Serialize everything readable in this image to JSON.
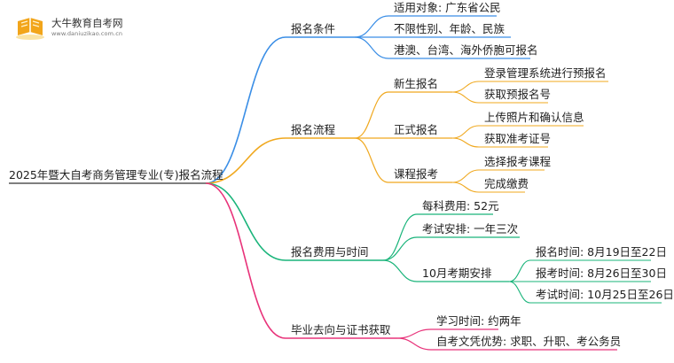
{
  "watermark": {
    "title": "大牛教育自考网",
    "url": "www.daniuzikao.com.cn",
    "icon": "book-icon"
  },
  "mindmap": {
    "root": "2025年暨大自考商务管理专业(专)报名流程",
    "branches": [
      {
        "label": "报名条件",
        "color": "#3a8ee6",
        "children": [
          {
            "label": "适用对象: 广东省公民"
          },
          {
            "label": "不限性别、年龄、民族"
          },
          {
            "label": "港澳、台湾、海外侨胞可报名"
          }
        ]
      },
      {
        "label": "报名流程",
        "color": "#f0a81e",
        "children": [
          {
            "label": "新生报名",
            "children": [
              {
                "label": "登录管理系统进行预报名"
              },
              {
                "label": "获取预报名号"
              }
            ]
          },
          {
            "label": "正式报名",
            "children": [
              {
                "label": "上传照片和确认信息"
              },
              {
                "label": "获取准考证号"
              }
            ]
          },
          {
            "label": "课程报考",
            "children": [
              {
                "label": "选择报考课程"
              },
              {
                "label": "完成缴费"
              }
            ]
          }
        ]
      },
      {
        "label": "报名费用与时间",
        "color": "#19b47a",
        "children": [
          {
            "label": "每科费用: 52元"
          },
          {
            "label": "考试安排: 一年三次"
          },
          {
            "label": "10月考期安排",
            "children": [
              {
                "label": "报名时间: 8月19日至22日"
              },
              {
                "label": "报考时间: 8月26日至30日"
              },
              {
                "label": "考试时间: 10月25日至26日"
              }
            ]
          }
        ]
      },
      {
        "label": "毕业去向与证书获取",
        "color": "#e8337a",
        "children": [
          {
            "label": "学习时间: 约两年"
          },
          {
            "label": "自考文凭优势: 求职、升职、考公务员"
          }
        ]
      }
    ]
  }
}
